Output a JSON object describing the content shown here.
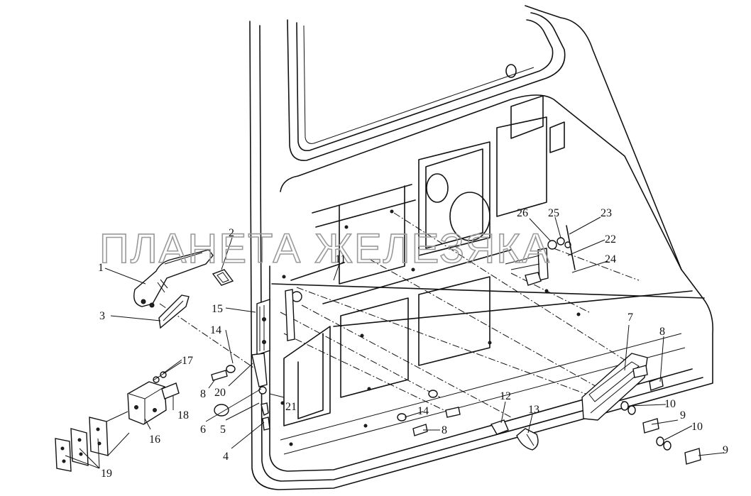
{
  "watermark": "ПЛАНЕТА ЖЕЛЕЗЯКА",
  "callouts": [
    {
      "id": "c1",
      "text": "1"
    },
    {
      "id": "c2",
      "text": "2"
    },
    {
      "id": "c3",
      "text": "3"
    },
    {
      "id": "c4",
      "text": "4"
    },
    {
      "id": "c5",
      "text": "5"
    },
    {
      "id": "c6",
      "text": "6"
    },
    {
      "id": "c7",
      "text": "7"
    },
    {
      "id": "c8a",
      "text": "8"
    },
    {
      "id": "c8b",
      "text": "8"
    },
    {
      "id": "c8c",
      "text": "8"
    },
    {
      "id": "c9a",
      "text": "9"
    },
    {
      "id": "c9b",
      "text": "9"
    },
    {
      "id": "c10a",
      "text": "10"
    },
    {
      "id": "c10b",
      "text": "10"
    },
    {
      "id": "c11",
      "text": "11"
    },
    {
      "id": "c12",
      "text": "12"
    },
    {
      "id": "c13",
      "text": "13"
    },
    {
      "id": "c14a",
      "text": "14"
    },
    {
      "id": "c14b",
      "text": "14"
    },
    {
      "id": "c15",
      "text": "15"
    },
    {
      "id": "c16",
      "text": "16"
    },
    {
      "id": "c17",
      "text": "17"
    },
    {
      "id": "c18",
      "text": "18"
    },
    {
      "id": "c19",
      "text": "19"
    },
    {
      "id": "c20",
      "text": "20"
    },
    {
      "id": "c21",
      "text": "21"
    },
    {
      "id": "c22",
      "text": "22"
    },
    {
      "id": "c23",
      "text": "23"
    },
    {
      "id": "c24",
      "text": "24"
    },
    {
      "id": "c25",
      "text": "25"
    },
    {
      "id": "c26",
      "text": "26"
    }
  ]
}
